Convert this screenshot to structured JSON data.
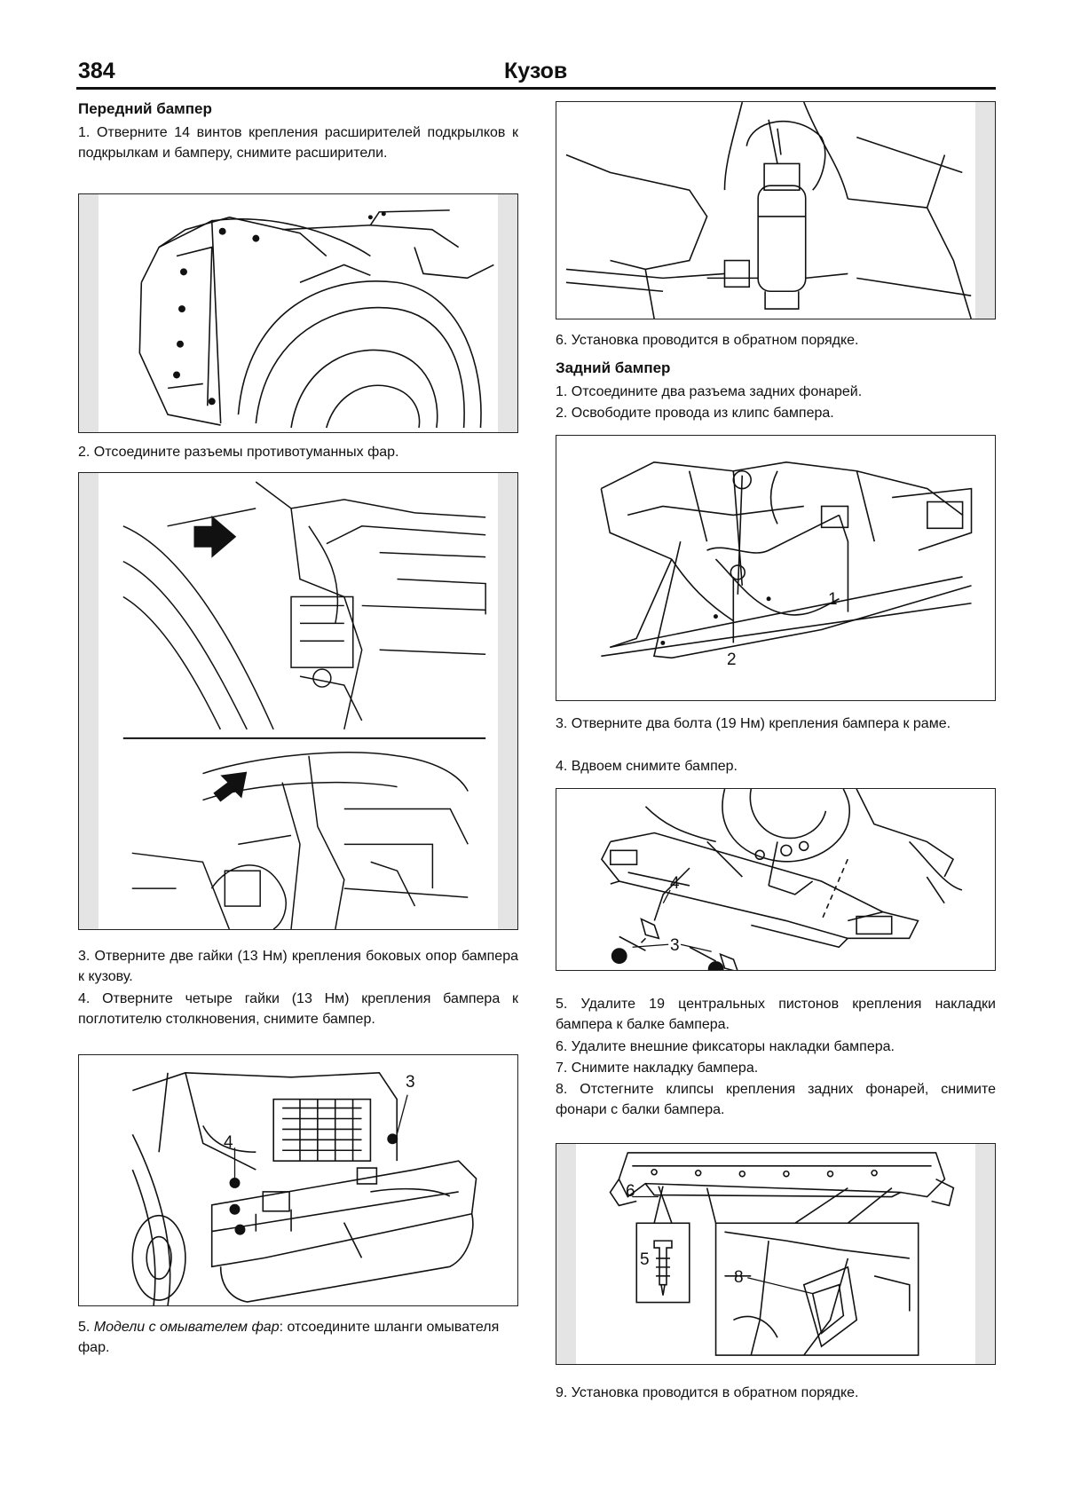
{
  "header": {
    "page_number": "384",
    "chapter": "Кузов"
  },
  "left": {
    "section_title": "Передний бампер",
    "step1": "1. Отверните 14 винтов крепления расширителей подкрылков к подкрылкам и бамперу, снимите расширители.",
    "step2": "2. Отсоедините разъемы противотуманных фар.",
    "step3": "3. Отверните две гайки (13 Нм) крепления боковых опор бампера к кузову.",
    "step4": "4. Отверните четыре гайки (13 Нм) крепления бампера к поглотителю столкновения, снимите бампер.",
    "step5_italic": "Модели с омывателем фар",
    "step5_prefix": "5. ",
    "step5_rest": ": отсоедините шланги омывателя фар.",
    "fig_bumper_labels": {
      "label_3": "3",
      "label_4": "4"
    }
  },
  "right": {
    "step6": "6. Установка проводится в обратном порядке.",
    "section_title": "Задний бампер",
    "step1": "1. Отсоедините два разъема задних фонарей.",
    "step2": "2. Освободите провода из клипс бампера.",
    "step3": "3. Отверните два болта (19 Нм) крепления бампера к раме.",
    "step4": "4. Вдвоем снимите бампер.",
    "step5": "5. Удалите 19 центральных пистонов крепления накладки бампера к балке бампера.",
    "step6b": "6. Удалите внешние фиксаторы накладки бампера.",
    "step7": "7. Снимите накладку бампера.",
    "step8": "8. Отстегните клипсы крепления задних фонарей, снимите фонари с балки бампера.",
    "step9": "9. Установка проводится в обратном порядке.",
    "fig_connectors_labels": {
      "label_1": "1",
      "label_2": "2"
    },
    "fig_rear_bumper_labels": {
      "label_3": "3",
      "label_4": "4"
    },
    "fig_cover_labels": {
      "label_5": "5",
      "label_6": "6",
      "label_8": "8"
    }
  }
}
